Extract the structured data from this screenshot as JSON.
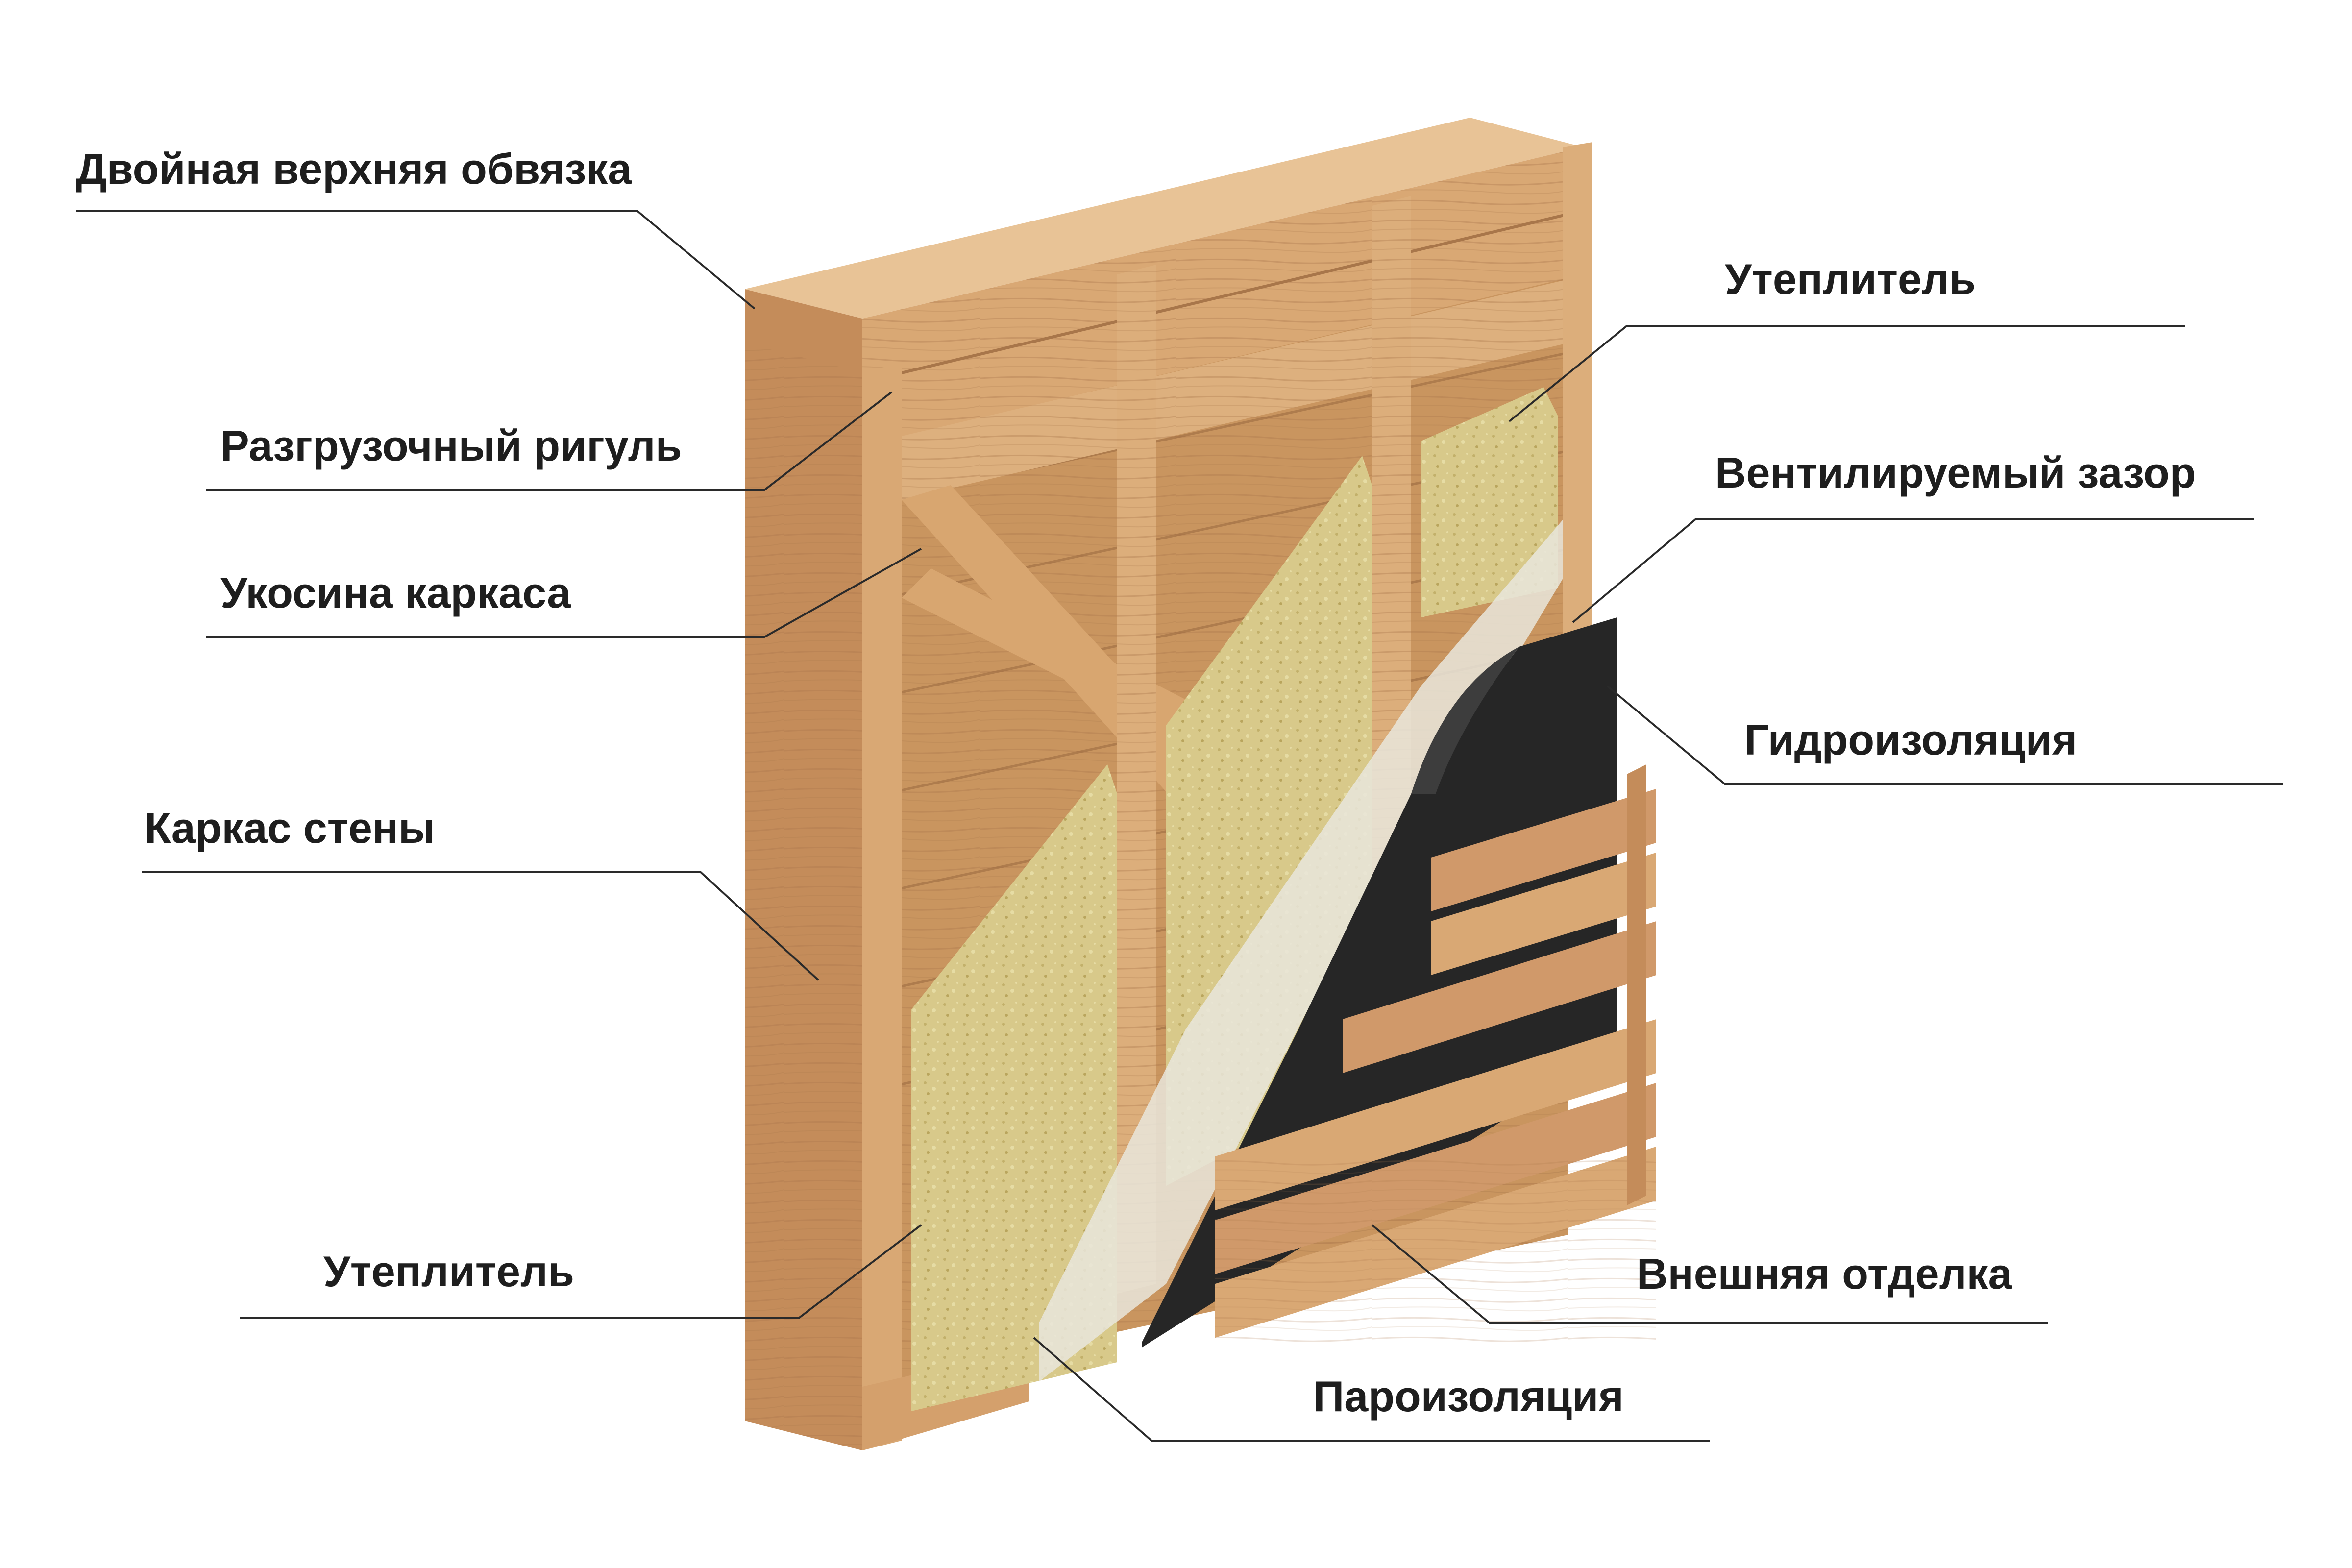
{
  "diagram": {
    "type": "wall-cross-section",
    "labels": {
      "double_top_plate": "Двойная верхняя обвязка",
      "relief_girt": "Разгрузочный ригуль",
      "frame_brace": "Укосина каркаса",
      "wall_frame": "Каркас стены",
      "insulation_left": "Утеплитель",
      "insulation_right": "Утеплитель",
      "ventilated_gap": "Вентилируемый зазор",
      "waterproofing": "Гидроизоляция",
      "exterior_finish": "Внешняя отделка",
      "vapor_barrier": "Пароизоляция"
    }
  },
  "colors": {
    "wood_light": "#e3b98a",
    "wood_mid": "#d2a06c",
    "wood_dark": "#b98356",
    "wood_grain": "#a8764a",
    "insulation": "#d8c98a",
    "insulation_shadow": "#bba760",
    "vapor_film": "#e9e6dc",
    "membrane": "#262626",
    "label_text": "#1e1e1e",
    "leader_line": "#2a2a2a"
  }
}
